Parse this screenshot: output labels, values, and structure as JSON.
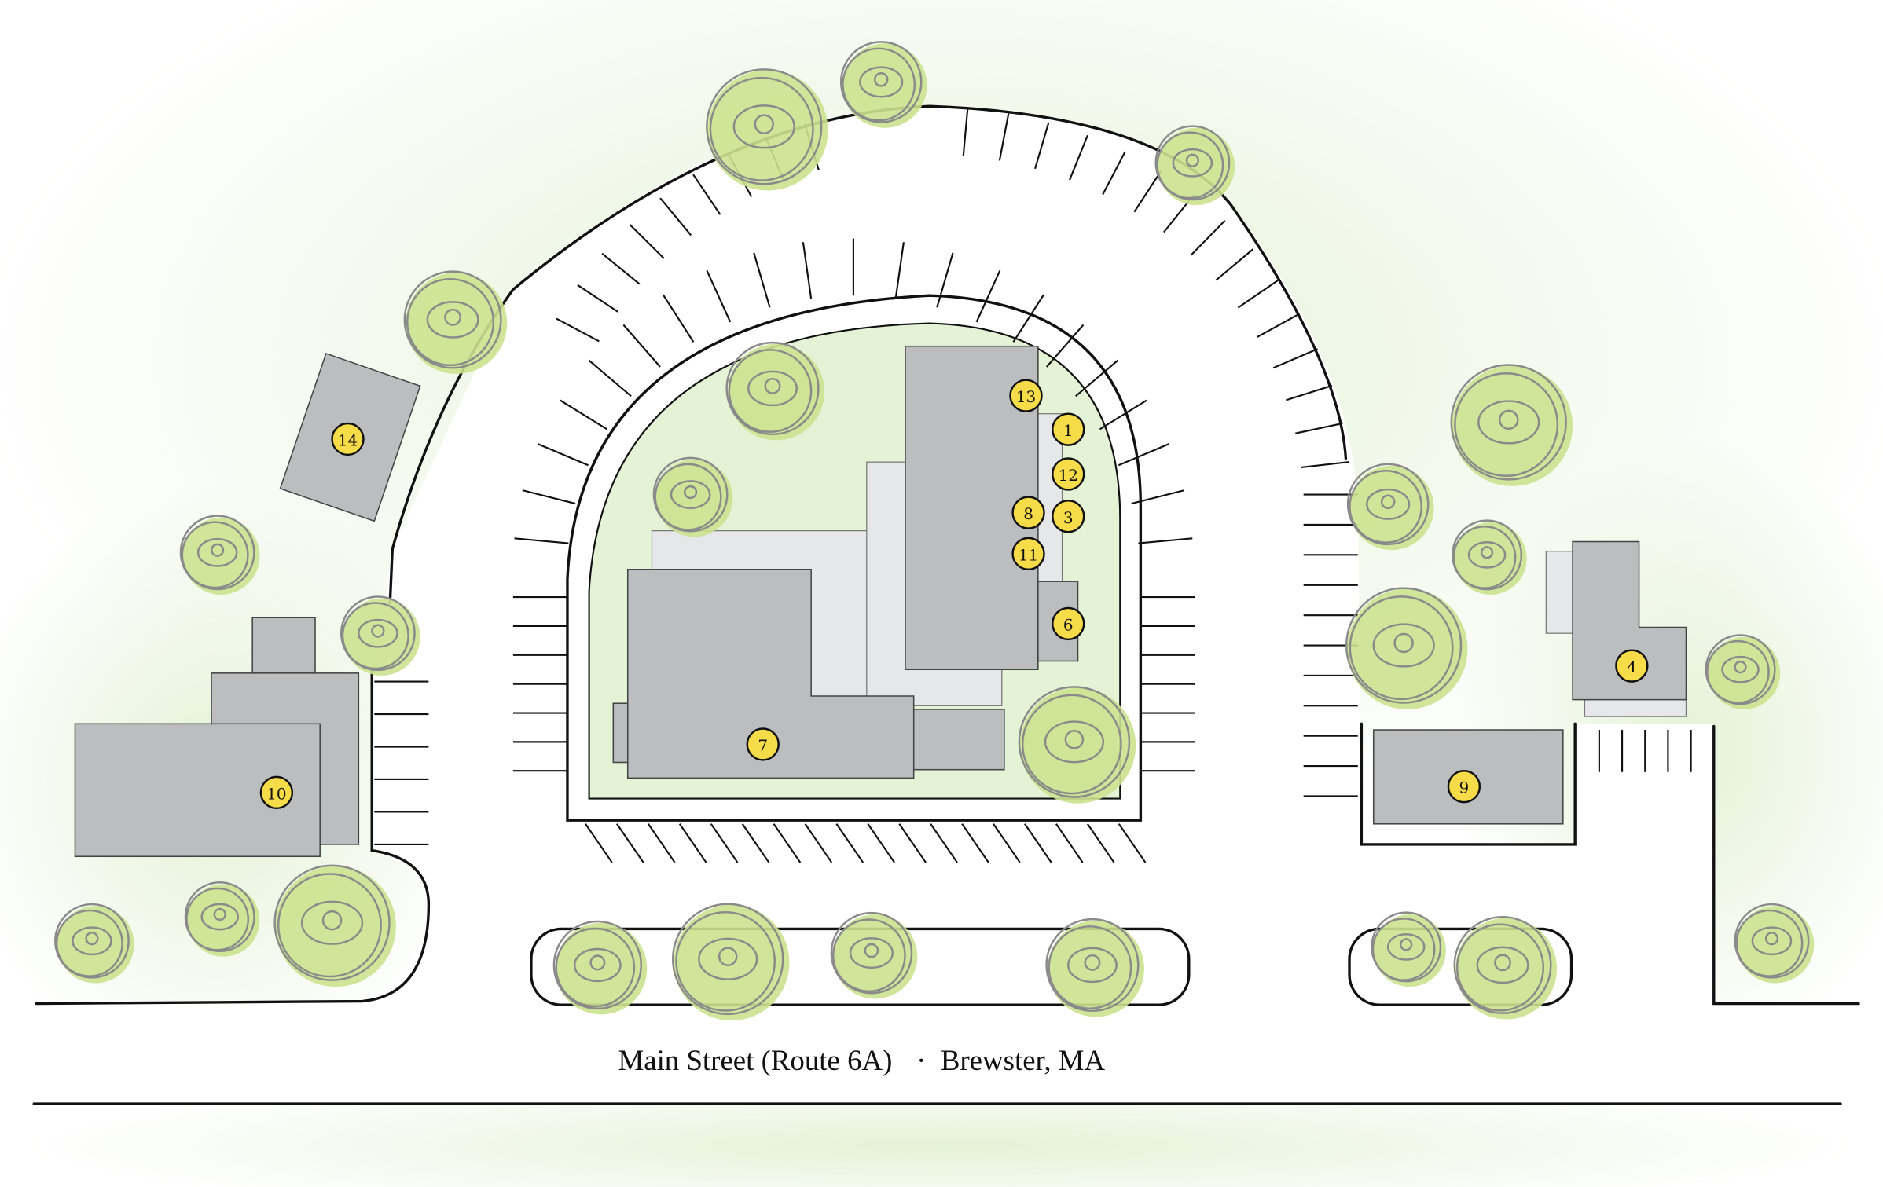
{
  "map": {
    "street_label": "Main Street (Route 6A)",
    "separator": "·",
    "town_label": "Brewster, MA",
    "colors": {
      "marker": "#f7dc4a",
      "building": "#bcbdbf",
      "building_light": "#e6e7e8",
      "tree": "#cbe28f",
      "lawn": "#e4f2d6"
    },
    "markers": [
      {
        "label": "1"
      },
      {
        "label": "3"
      },
      {
        "label": "4"
      },
      {
        "label": "6"
      },
      {
        "label": "7"
      },
      {
        "label": "8"
      },
      {
        "label": "9"
      },
      {
        "label": "10"
      },
      {
        "label": "11"
      },
      {
        "label": "12"
      },
      {
        "label": "13"
      },
      {
        "label": "14"
      }
    ]
  }
}
